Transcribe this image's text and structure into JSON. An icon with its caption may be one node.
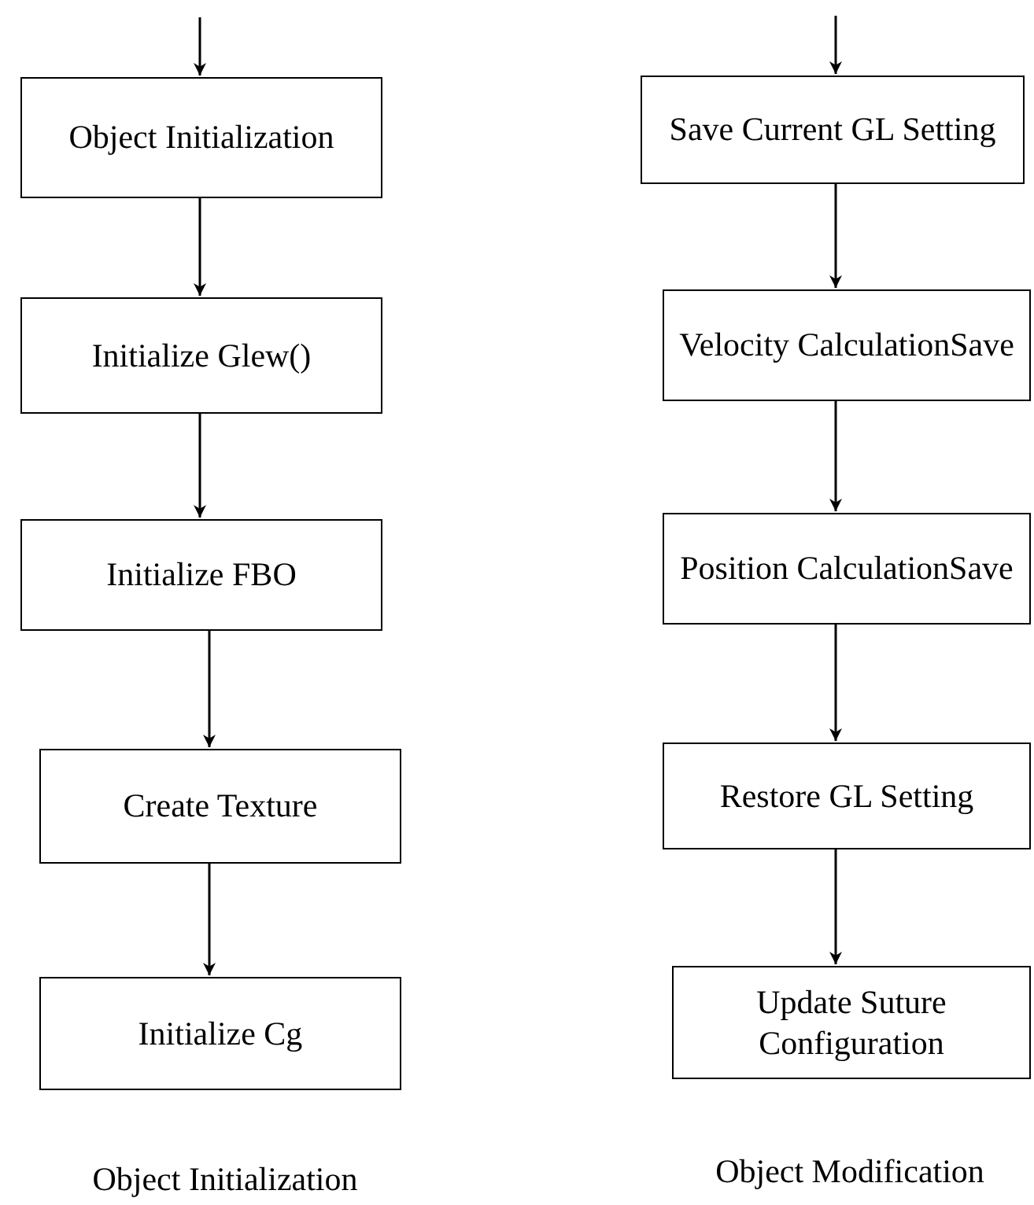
{
  "diagram": {
    "nodes": [
      {
        "text": [
          "Object Initialization"
        ]
      },
      {
        "text": [
          "Initialize Glew()"
        ]
      },
      {
        "text": [
          "Initialize FBO"
        ]
      },
      {
        "text": [
          "Create Texture"
        ]
      },
      {
        "text": [
          "Initialize Cg"
        ]
      },
      {
        "text": [
          "Save Current GL Setting"
        ]
      },
      {
        "text": [
          "Velocity CalculationSave"
        ]
      },
      {
        "text": [
          "Position CalculationSave"
        ]
      },
      {
        "text": [
          "Restore GL Setting"
        ]
      },
      {
        "text": [
          "Update Suture Configuration"
        ]
      }
    ],
    "edges": [
      {
        "from": null,
        "to": 0,
        "arrow": "to"
      },
      {
        "from": 0,
        "to": 1,
        "arrow": "to"
      },
      {
        "from": 1,
        "to": 2,
        "arrow": "to"
      },
      {
        "from": 2,
        "to": 3,
        "arrow": "to"
      },
      {
        "from": 3,
        "to": 4,
        "arrow": "to"
      },
      {
        "from": null,
        "to": 5,
        "arrow": "to"
      },
      {
        "from": 5,
        "to": 6,
        "arrow": "to"
      },
      {
        "from": 6,
        "to": 7,
        "arrow": "to"
      },
      {
        "from": 7,
        "to": 8,
        "arrow": "to"
      },
      {
        "from": 8,
        "to": 9,
        "arrow": "to"
      }
    ],
    "labels": [
      "Object Initialization",
      "Object Modification"
    ]
  }
}
